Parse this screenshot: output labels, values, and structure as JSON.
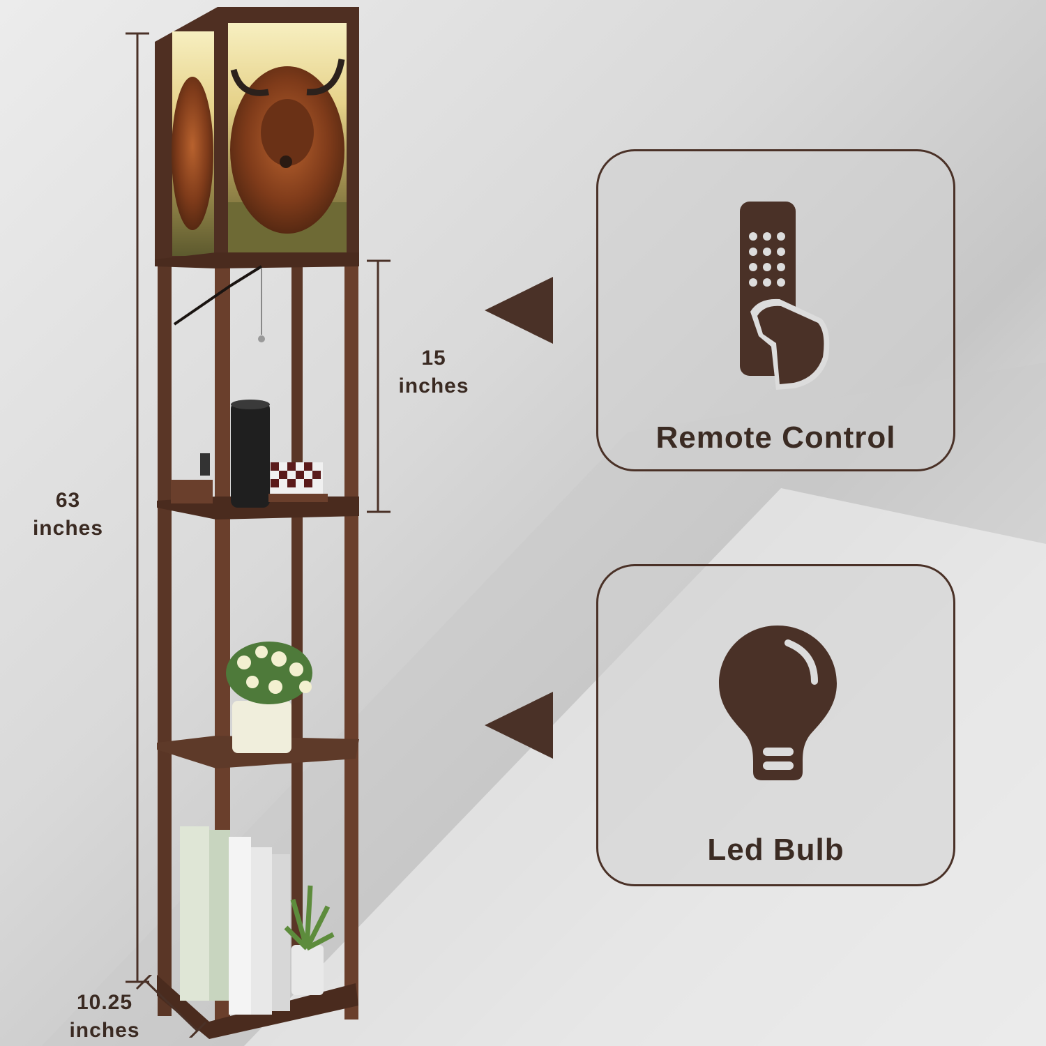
{
  "dimensions": {
    "height_total": {
      "value": "63",
      "unit": "inches"
    },
    "shelf_gap": {
      "value": "15",
      "unit": "inches"
    },
    "base_width": {
      "value": "10.25",
      "unit": "inches"
    }
  },
  "features": [
    {
      "label": "Remote Control",
      "icon": "remote-control-icon"
    },
    {
      "label": "Led Bulb",
      "icon": "light-bulb-icon"
    }
  ],
  "colors": {
    "accent": "#4a3127",
    "wood": "#5a3626",
    "background": "#dcdcdc"
  }
}
